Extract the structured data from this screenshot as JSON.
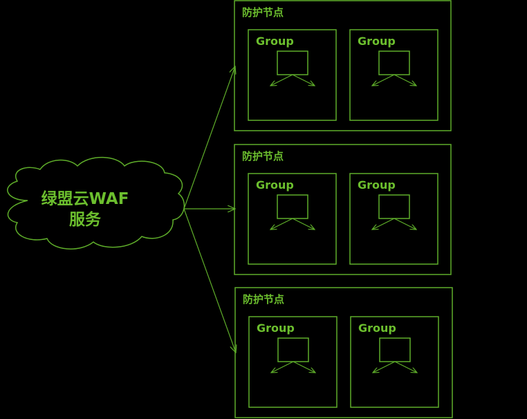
{
  "colors": {
    "accent": "#5fae2a",
    "text": "#6cbf2e",
    "background": "#000000"
  },
  "cloud": {
    "line1": "绿盟云WAF",
    "line2": "服务"
  },
  "nodes": [
    {
      "title": "防护节点",
      "groups": [
        {
          "label": "Group"
        },
        {
          "label": "Group"
        }
      ]
    },
    {
      "title": "防护节点",
      "groups": [
        {
          "label": "Group"
        },
        {
          "label": "Group"
        }
      ]
    },
    {
      "title": "防护节点",
      "groups": [
        {
          "label": "Group"
        },
        {
          "label": "Group"
        }
      ]
    }
  ]
}
